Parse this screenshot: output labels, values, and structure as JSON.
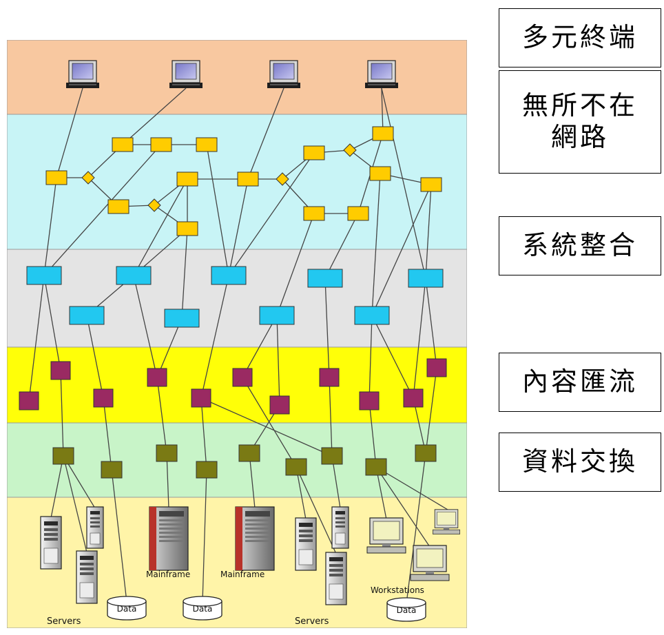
{
  "colors": {
    "band_terminal": "#f8c8a0",
    "band_network": "#c8f4f6",
    "band_integration": "#e4e4e4",
    "band_content": "#ffff08",
    "band_exchange": "#c8f4c8",
    "band_storage": "#fff4a8",
    "node_network": "#ffcc00",
    "node_integration": "#22c8f0",
    "node_content": "#9a2a62",
    "node_exchange": "#7a7a14",
    "line": "#444444"
  },
  "labels": {
    "terminal": "多元終端",
    "network_line1": "無所不在",
    "network_line2": "網路",
    "integration": "系統整合",
    "content": "內容匯流",
    "exchange": "資料交換"
  },
  "diagram": {
    "servers_left": "Servers",
    "servers_right": "Servers",
    "mainframe_1": "Mainframe",
    "mainframe_2": "Mainframe",
    "workstations": "Workstations",
    "data_1": "Data",
    "data_2": "Data",
    "data_3": "Data"
  }
}
